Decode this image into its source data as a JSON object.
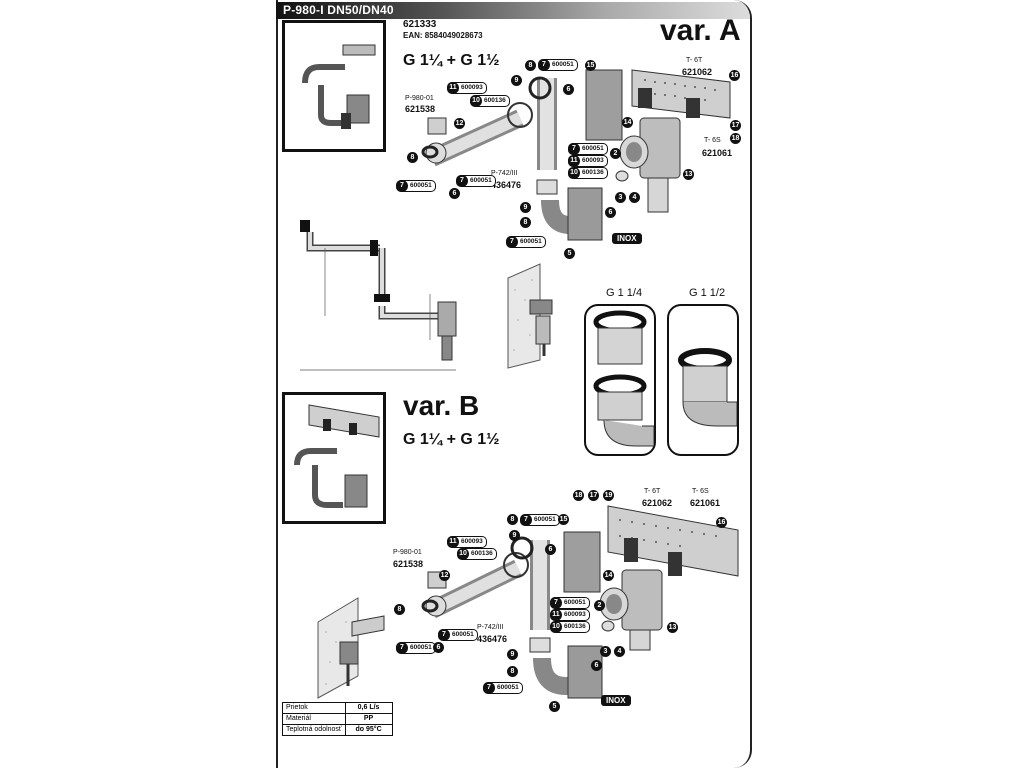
{
  "header": {
    "title": "P-980-I DN50/DN40"
  },
  "product": {
    "code": "621333",
    "ean": "EAN: 8584049028673"
  },
  "variant_a": {
    "label": "var. A",
    "thread": "G 1¼ + G 1½"
  },
  "variant_b": {
    "label": "var. B",
    "thread": "G 1¼ + G 1½"
  },
  "parts": {
    "p980": "P-980-01",
    "p980_code": "621538",
    "p742": "P-742/III",
    "p742_code": "436476",
    "t6t": "T- 6T",
    "t6t_code": "621062",
    "t6s": "T- 6S",
    "t6s_code": "621061",
    "c600051": "600051",
    "c600093": "600093",
    "c600136": "600136",
    "inox": "INOX"
  },
  "detail": {
    "left_label": "G 1 1/4",
    "right_label": "G 1 1/2"
  },
  "specs": [
    {
      "key": "Prietok",
      "value": "0,6 L/s"
    },
    {
      "key": "Materiál",
      "value": "PP"
    },
    {
      "key": "Teplotná odolnosť",
      "value": "do 95°C"
    }
  ],
  "colors": {
    "ink": "#111111",
    "pipe": "#d9d9d9",
    "header_dark": "#111111"
  }
}
